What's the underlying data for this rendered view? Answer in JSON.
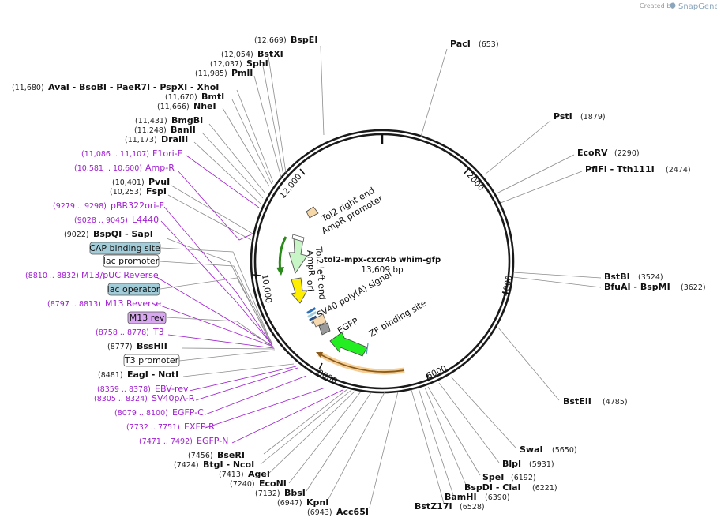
{
  "watermark": {
    "created_by": "Created by",
    "brand": "SnapGene"
  },
  "plasmid": {
    "name": "tol2-mpx-cxcr4b whim-gfp",
    "length": "13,609 bp"
  },
  "ticks": [
    "2000",
    "4000",
    "6000",
    "8000",
    "10,000",
    "12,000"
  ],
  "features": {
    "tol2_right_end": "Tol2 right end",
    "ampr_promoter": "AmpR promoter",
    "ampr": "AmpR",
    "tol2_left_end": "Tol2 left end",
    "ori": "ori",
    "sv40": "SV40 poly(A) signal",
    "egfp": "EGFP",
    "zf": "ZF binding site"
  },
  "right_sites": [
    {
      "name": "PacI",
      "pos": "(653)"
    },
    {
      "name": "PstI",
      "pos": "(1879)"
    },
    {
      "name": "EcoRV",
      "pos": "(2290)"
    },
    {
      "name": "PflFI  - Tth111I",
      "pos": "(2474)"
    },
    {
      "name": "BstBI",
      "pos": "(3524)"
    },
    {
      "name": "BfuAI  - BspMI",
      "pos": "(3622)"
    },
    {
      "name": "BstEII",
      "pos": "(4785)"
    },
    {
      "name": "SwaI",
      "pos": "(5650)"
    },
    {
      "name": "BlpI",
      "pos": "(5931)"
    },
    {
      "name": "SpeI",
      "pos": "(6192)"
    },
    {
      "name": "BspDI  - ClaI",
      "pos": "(6221)"
    },
    {
      "name": "BamHI",
      "pos": "(6390)"
    },
    {
      "name": "BstZ17I",
      "pos": "(6528)"
    }
  ],
  "bottom_sites": [
    {
      "pos": "(7456)",
      "name": "BseRI"
    },
    {
      "pos": "(7424)",
      "name": "BtgI  - NcoI"
    },
    {
      "pos": "(7413)",
      "name": "AgeI"
    },
    {
      "pos": "(7240)",
      "name": "EcoNI"
    },
    {
      "pos": "(7132)",
      "name": "BbsI"
    },
    {
      "pos": "(6947)",
      "name": "KpnI"
    },
    {
      "pos": "(6943)",
      "name": "Acc65I"
    }
  ],
  "left_sites": [
    {
      "pos": "(12,669)",
      "name": "BspEI"
    },
    {
      "pos": "(12,054)",
      "name": "BstXI"
    },
    {
      "pos": "(12,037)",
      "name": "SphI"
    },
    {
      "pos": "(11,985)",
      "name": "PmlI"
    },
    {
      "pos": "(11,680)",
      "name": "AvaI  - BsoBI  - PaeR7I  - PspXI  - XhoI"
    },
    {
      "pos": "(11,670)",
      "name": "BmtI"
    },
    {
      "pos": "(11,666)",
      "name": "NheI"
    },
    {
      "pos": "(11,431)",
      "name": "BmgBI"
    },
    {
      "pos": "(11,248)",
      "name": "BanII"
    },
    {
      "pos": "(11,173)",
      "name": "DraIII"
    },
    {
      "pos": "(10,401)",
      "name": "PvuI"
    },
    {
      "pos": "(10,253)",
      "name": "FspI"
    },
    {
      "pos": "(9022)",
      "name": "BspQI  - SapI"
    },
    {
      "pos": "(8777)",
      "name": "BssHII"
    },
    {
      "pos": "(8481)",
      "name": "EagI  - NotI"
    }
  ],
  "primers": [
    {
      "pos": "(11,086 .. 11,107)",
      "name": "F1ori-F"
    },
    {
      "pos": "(10,581 .. 10,600)",
      "name": "Amp-R"
    },
    {
      "pos": "(9279 .. 9298)",
      "name": "pBR322ori-F"
    },
    {
      "pos": "(9028 .. 9045)",
      "name": "L4440"
    },
    {
      "pos": "(8810 .. 8832)",
      "name": "M13/pUC Reverse"
    },
    {
      "pos": "(8797 .. 8813)",
      "name": "M13 Reverse"
    },
    {
      "pos": "(8758 .. 8778)",
      "name": "T3"
    },
    {
      "pos": "(8359 .. 8378)",
      "name": "EBV-rev"
    },
    {
      "pos": "(8305 .. 8324)",
      "name": "SV40pA-R"
    },
    {
      "pos": "(8079 .. 8100)",
      "name": "EGFP-C"
    },
    {
      "pos": "(7732 .. 7751)",
      "name": "EXFP-R"
    },
    {
      "pos": "(7471 .. 7492)",
      "name": "EGFP-N"
    }
  ],
  "boxes": {
    "cap": "CAP binding site",
    "lac_promoter": "lac promoter",
    "lac_operator": "lac operator",
    "m13_rev": "M13 rev",
    "t3_promoter": "T3 promoter"
  },
  "colors": {
    "cap_fill": "#a3ccd9",
    "lac_operator_fill": "#a3ccd9",
    "m13_fill": "#d7a8ef",
    "primer_text": "#a01dd0",
    "ampr_fill": "#c7f5c5",
    "ori_fill": "#ffee00",
    "egfp_fill": "#22ee22",
    "zf_fill": "#f1c27a"
  }
}
